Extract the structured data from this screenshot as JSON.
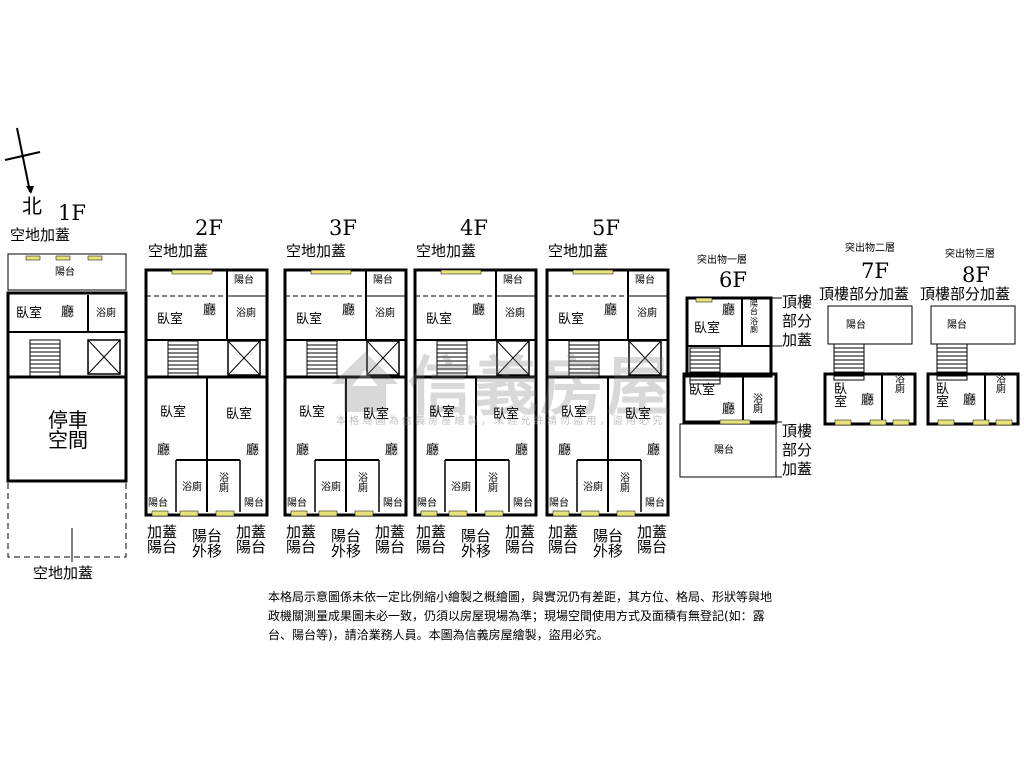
{
  "compass": {
    "label": "北"
  },
  "floors": {
    "f1": {
      "name": "1F",
      "addition": "空地加蓋",
      "balcony": "陽台",
      "bedroom": "臥室",
      "hall": "廳",
      "bath": "浴廁",
      "parking": "停車空間",
      "addition_bottom": "空地加蓋"
    },
    "f2": {
      "name": "2F",
      "addition": "空地加蓋",
      "balcony": "陽台",
      "bedroom": "臥室",
      "hall": "廳",
      "bath": "浴廁",
      "bedroom_l": "臥室",
      "bedroom_r": "臥室",
      "hall_l": "廳",
      "hall_r": "廳",
      "bath_l": "浴廁",
      "bath_r": "浴廁",
      "balcony_l": "陽台",
      "balcony_r": "陽台",
      "bottom_l": "加蓋陽台",
      "bottom_m": "陽台外移",
      "bottom_r": "加蓋陽台"
    },
    "f3": {
      "name": "3F",
      "addition": "空地加蓋",
      "balcony": "陽台",
      "bedroom": "臥室",
      "hall": "廳",
      "bath": "浴廁",
      "bedroom_l": "臥室",
      "bedroom_r": "臥室",
      "hall_l": "廳",
      "hall_r": "廳",
      "bath_l": "浴廁",
      "bath_r": "浴廁",
      "balcony_l": "陽台",
      "balcony_r": "陽台",
      "bottom_l": "加蓋陽台",
      "bottom_m": "陽台外移",
      "bottom_r": "加蓋陽台"
    },
    "f4": {
      "name": "4F",
      "addition": "空地加蓋",
      "balcony": "陽台",
      "bedroom": "臥室",
      "hall": "廳",
      "bath": "浴廁",
      "bedroom_l": "臥室",
      "bedroom_r": "臥室",
      "hall_l": "廳",
      "hall_r": "廳",
      "bath_l": "浴廁",
      "bath_r": "浴廁",
      "balcony_l": "陽台",
      "balcony_r": "陽台",
      "bottom_l": "加蓋陽台",
      "bottom_m": "陽台外移",
      "bottom_r": "加蓋陽台"
    },
    "f5": {
      "name": "5F",
      "addition": "空地加蓋",
      "balcony": "陽台",
      "bedroom": "臥室",
      "hall": "廳",
      "bath": "浴廁",
      "bedroom_l": "臥室",
      "bedroom_r": "臥室",
      "hall_l": "廳",
      "hall_r": "廳",
      "bath_l": "浴廁",
      "bath_r": "浴廁",
      "balcony_l": "陽台",
      "balcony_r": "陽台",
      "bottom_l": "加蓋陽台",
      "bottom_m": "陽台外移",
      "bottom_r": "加蓋陽台"
    },
    "f6": {
      "name": "6F",
      "caption": "突出物一層",
      "hall_top": "廳",
      "bedroom_top": "臥室",
      "balcony_small": "陽台",
      "bath_top": "浴廁",
      "bedroom": "臥室",
      "hall": "廳",
      "bath": "浴廁",
      "balcony_bottom": "陽台",
      "roof_top": "頂樓部分加蓋",
      "roof_bottom": "頂樓部分加蓋"
    },
    "f7": {
      "name": "7F",
      "caption": "突出物二層",
      "roof": "頂樓部分加蓋",
      "balcony": "陽台",
      "bedroom": "臥室",
      "hall": "廳",
      "bath": "浴廁"
    },
    "f8": {
      "name": "8F",
      "caption": "突出物三層",
      "roof": "頂樓部分加蓋",
      "balcony": "陽台",
      "bedroom": "臥室",
      "hall": "廳",
      "bath": "浴廁"
    }
  },
  "watermark": {
    "text": "信義房屋",
    "sub": "本 格 局 圖 為 信 義 房 屋 繪 製 ， 未 經 允 許 請 勿 盜 用 ， 盜 用 必 究"
  },
  "disclaimer": "本格局示意圖係未依一定比例縮小繪製之概繪圖，與實況仍有差距，其方位、格局、形狀等與地政機關測量成果圖未必一致，仍須以房屋現場為準；現場空間使用方式及面積有無登記(如：露台、陽台等)，請洽業務人員。本圖為信義房屋繪製，盜用必究。",
  "colors": {
    "window": "#e8e27a",
    "line": "#000000",
    "watermark": "#808080"
  }
}
